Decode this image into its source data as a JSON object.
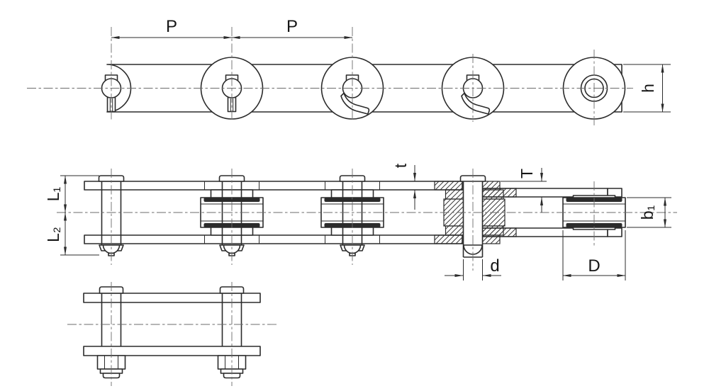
{
  "labels": {
    "p1": "P",
    "p2": "P",
    "h": "h",
    "l1": "L₁",
    "l2": "L₂",
    "t": "t",
    "T": "T",
    "d": "d",
    "D": "D",
    "b1": "b₁"
  },
  "colors": {
    "line": "#2b2b2b",
    "centerline": "#6b6b6b",
    "hatch": "#3a3a3a",
    "background": "#ffffff"
  }
}
